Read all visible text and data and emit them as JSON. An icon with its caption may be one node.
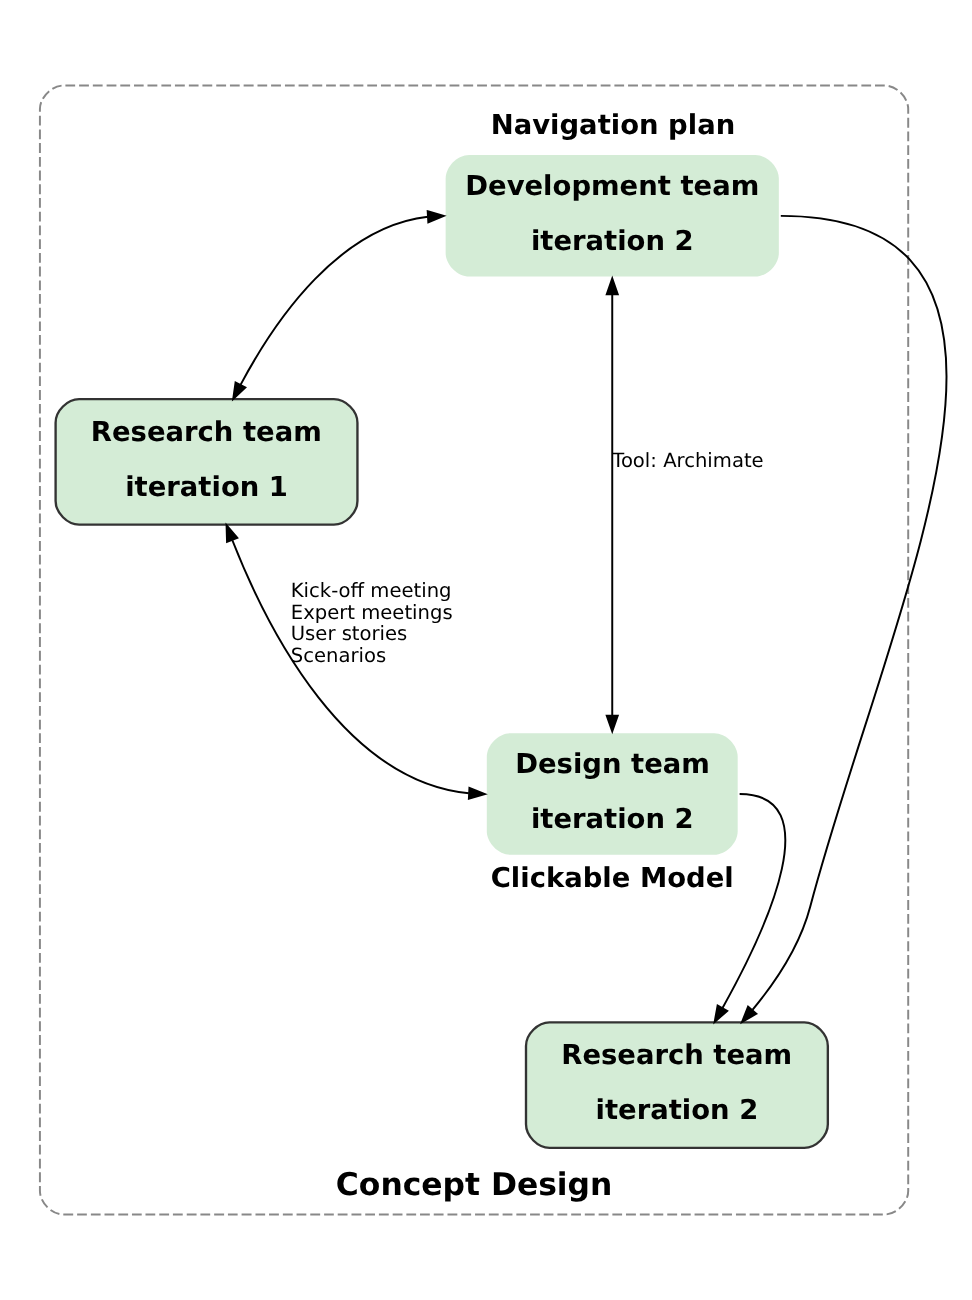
{
  "diagram": {
    "nodes": [
      {
        "text": [
          "Concept Design"
        ]
      },
      {
        "text": [
          "Development team",
          "iteration 2"
        ],
        "in": 0,
        "beside": [
          "Navigation plan"
        ]
      },
      {
        "text": [
          "Research team",
          "iteration 1"
        ],
        "in": 0
      },
      {
        "text": [
          "Research team",
          "iteration 2"
        ],
        "in": 0
      },
      {
        "text": [
          "Design team",
          "iteration 2"
        ],
        "in": 0,
        "beside": [
          "Clickable Model"
        ]
      }
    ],
    "edges": [
      {
        "from": 1,
        "to": 2,
        "arrow": "both"
      },
      {
        "from": 1,
        "to": 3,
        "arrow": "to"
      },
      {
        "from": 1,
        "to": 4,
        "arrow": "both",
        "label": "Tool: Archimate"
      },
      {
        "from": 2,
        "to": 4,
        "arrow": "both",
        "label": "Kick-off meeting Expert meetings User stories Scenarios"
      },
      {
        "from": 4,
        "to": 3,
        "arrow": "to"
      }
    ]
  }
}
